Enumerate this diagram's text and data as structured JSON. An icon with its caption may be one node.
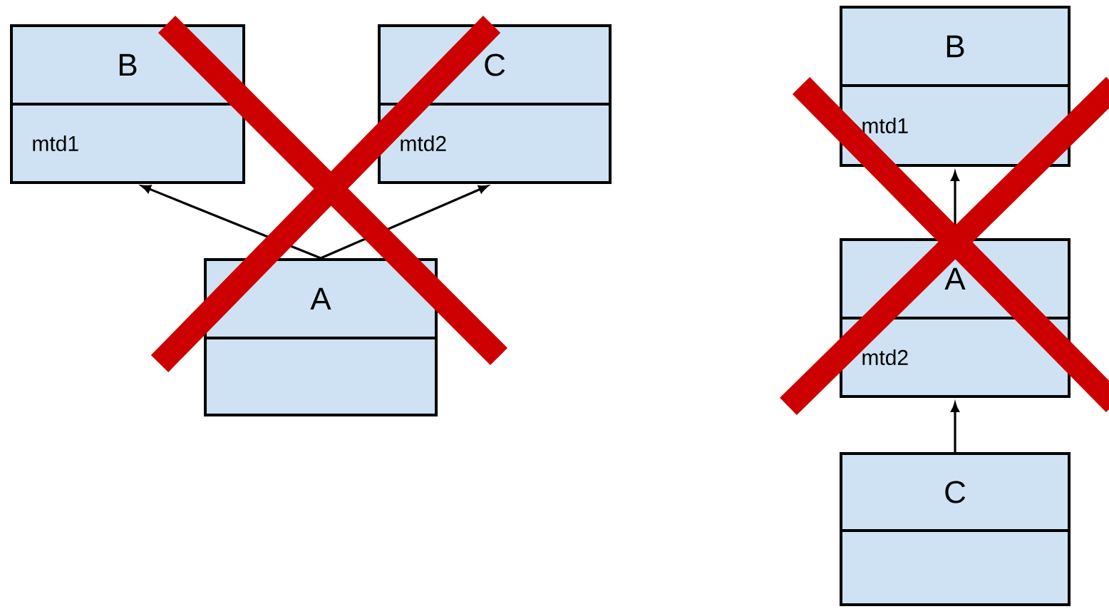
{
  "diagram": {
    "nodes": [
      {
        "text": [
          "B",
          "mtd1"
        ]
      },
      {
        "text": [
          "C",
          "mtd2"
        ]
      },
      {
        "text": [
          "A"
        ]
      },
      {
        "text": [
          "B",
          "mtd1"
        ]
      },
      {
        "text": [
          "A",
          "mtd2"
        ]
      },
      {
        "text": [
          "C"
        ]
      }
    ],
    "edges": [
      {
        "from": 2,
        "to": 0,
        "arrow": "to"
      },
      {
        "from": 2,
        "to": 1,
        "arrow": "to"
      },
      {
        "from": 4,
        "to": 3,
        "arrow": "to"
      },
      {
        "from": 5,
        "to": 4,
        "arrow": "to"
      }
    ]
  }
}
